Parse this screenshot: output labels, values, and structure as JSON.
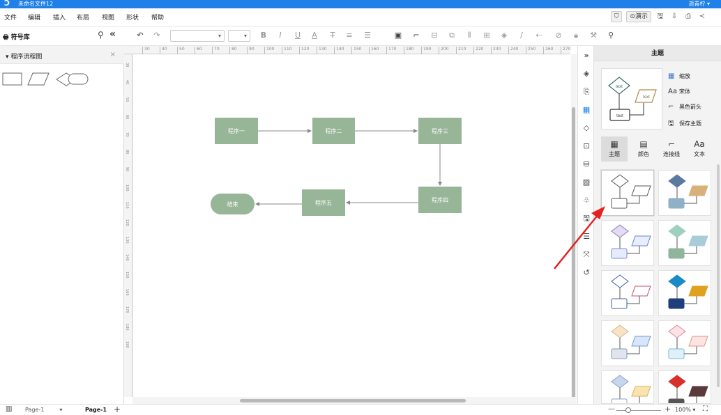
{
  "titlebar": {
    "logo": "Ↄ",
    "doc_title": "未命名文件12",
    "user": "逝青柠 ▾"
  },
  "menu": {
    "items": [
      "文件",
      "编辑",
      "插入",
      "布局",
      "视图",
      "形状",
      "帮助"
    ]
  },
  "header_right": {
    "present_label": "⊙演示"
  },
  "toolbar": {
    "library_title": "符号库",
    "library_icon": "printer-icon",
    "undo": "↶",
    "redo": "↷",
    "select_arrow": "▾"
  },
  "sidebar": {
    "group_title": "▾ 程序流程图",
    "close": "×"
  },
  "ruler": {
    "top_labels": [
      "30",
      "40",
      "50",
      "60",
      "70",
      "80",
      "90",
      "100",
      "110",
      "120",
      "130",
      "140",
      "150",
      "160",
      "170",
      "180",
      "190",
      "200",
      "210",
      "220",
      "230",
      "240",
      "250",
      "260",
      "270"
    ],
    "left_labels": [
      "30",
      "40",
      "50",
      "60",
      "70",
      "80",
      "90",
      "100",
      "110",
      "120",
      "130",
      "140",
      "150",
      "160",
      "170",
      "180",
      "190"
    ]
  },
  "diagram": {
    "nodes": {
      "n1": "程序一",
      "n2": "程序二",
      "n3": "程序三",
      "n4": "程序四",
      "n5": "程序五",
      "end": "结束"
    },
    "node_color": "#97b597",
    "edge_color": "#888888"
  },
  "rightpanel": {
    "title": "主题",
    "preview_text": "text",
    "options": [
      "缩放",
      "宋体",
      "黑色箭头",
      "保存主题"
    ],
    "option_icons": [
      "palette-icon",
      "font-icon",
      "connector-icon",
      "save-icon"
    ],
    "tabs": [
      {
        "icon": "grid-icon",
        "label": "主题"
      },
      {
        "icon": "color-icon",
        "label": "颜色"
      },
      {
        "icon": "connector-icon",
        "label": "连接线"
      },
      {
        "icon": "text-icon",
        "label": "文本"
      }
    ],
    "themes": [
      {
        "diamond": "#ffffff",
        "diamond_stroke": "#555555",
        "rect": "#ffffff",
        "rect_stroke": "#555555",
        "para": "#ffffff",
        "para_stroke": "#555555"
      },
      {
        "diamond": "#5b7aa0",
        "diamond_stroke": "#5b7aa0",
        "rect": "#8fb0c6",
        "rect_stroke": "#8fb0c6",
        "para": "#d8b07a",
        "para_stroke": "#d8b07a"
      },
      {
        "diamond": "#e4dcf2",
        "diamond_stroke": "#8a7ab8",
        "rect": "#e7ecfb",
        "rect_stroke": "#7a8fcf",
        "para": "#e8eefc",
        "para_stroke": "#6a84c4"
      },
      {
        "diamond": "#9fcfbf",
        "diamond_stroke": "#9fcfbf",
        "rect": "#8fb59a",
        "rect_stroke": "#8fb59a",
        "para": "#a9cdd8",
        "para_stroke": "#a9cdd8"
      },
      {
        "diamond": "#ffffff",
        "diamond_stroke": "#4460a0",
        "rect": "#ffffff",
        "rect_stroke": "#4460a0",
        "para": "#ffffff",
        "para_stroke": "#c05070"
      },
      {
        "diamond": "#1b8bc8",
        "diamond_stroke": "#1b8bc8",
        "rect": "#1e3f7a",
        "rect_stroke": "#1e3f7a",
        "para": "#e0a020",
        "para_stroke": "#e0a020"
      },
      {
        "diamond": "#f9e3c8",
        "diamond_stroke": "#d8b58a",
        "rect": "#e0e4ec",
        "rect_stroke": "#8a9ab8",
        "para": "#d8e6fb",
        "para_stroke": "#7a9ad0"
      },
      {
        "diamond": "#fbe2e6",
        "diamond_stroke": "#d88a9a",
        "rect": "#dff0f8",
        "rect_stroke": "#7ab8d0",
        "para": "#fbe4e2",
        "para_stroke": "#d89a8a"
      },
      {
        "diamond": "#c8d6ee",
        "diamond_stroke": "#8aa0cf",
        "rect": "#ffffff",
        "rect_stroke": "#8aa0cf",
        "para": "#f9e4b0",
        "para_stroke": "#d8b060"
      },
      {
        "diamond": "#d8302a",
        "diamond_stroke": "#d8302a",
        "rect": "#555555",
        "rect_stroke": "#555555",
        "para": "#5a3a3a",
        "para_stroke": "#5a3a3a"
      }
    ]
  },
  "statusbar": {
    "page_select": "Page-1",
    "page_select_arrow": "▾",
    "page_tab": "Page-1",
    "add_page": "+",
    "zoom": "100% ▾",
    "zoom_minus": "—",
    "zoom_plus": "+",
    "fit": "⛶",
    "grid": "▥"
  }
}
